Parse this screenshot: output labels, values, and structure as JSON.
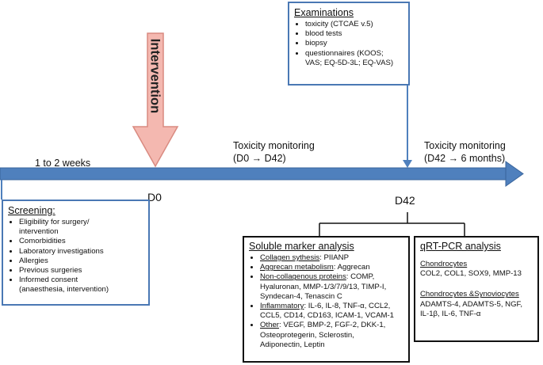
{
  "intervention": {
    "label": "Intervention",
    "arrow_color": "#f4b8b0",
    "arrow_border": "#d98a80"
  },
  "timeline": {
    "color": "#4f80bd",
    "pre_label": "1 to 2 weeks",
    "d0_label": "D0",
    "d42_label": "D42",
    "tox1_line1": "Toxicity monitoring",
    "tox1_line2": "(D0 → D42)",
    "tox2_line1": "Toxicity monitoring",
    "tox2_line2": "(D42 → 6 months)"
  },
  "examinations": {
    "title": "Examinations",
    "items": [
      "toxicity (CTCAE v.5)",
      "blood tests",
      "biopsy",
      "questionnaires (KOOS;",
      "VAS; EQ-5D-3L;  EQ-VAS)"
    ]
  },
  "screening": {
    "title": "Screening:",
    "items": [
      {
        "line1": "Eligibility for surgery/",
        "line2": "intervention"
      },
      {
        "line1": "Comorbidities"
      },
      {
        "line1": "Laboratory investigations"
      },
      {
        "line1": "Allergies"
      },
      {
        "line1": "Previous surgeries"
      },
      {
        "line1": "Informed consent",
        "line2": "(anaesthesia, intervention)"
      }
    ]
  },
  "soluble": {
    "title": "Soluble marker analysis",
    "collagen_label": "Collagen sythesis",
    "collagen_value": ": PIIANP",
    "aggrecan_label": "Aggrecan metabolism",
    "aggrecan_value": ": Aggrecan",
    "noncoll_label": "Non-collagenous proteins",
    "noncoll_value": ": COMP,",
    "noncoll_cont": [
      "Hyaluronan, MMP-1/3/7/9/13, TIMP-I,",
      "Syndecan-4, Tenascin C"
    ],
    "inflam_label": "Inflammatory",
    "inflam_value": ": IL-6, IL-8, TNF-α, CCL2,",
    "inflam_cont": [
      "CCL5, CD14, CD163, ICAM-1, VCAM-1"
    ],
    "other_label": "Other",
    "other_value": ": VEGF, BMP-2, FGF-2, DKK-1,",
    "other_cont": [
      "Osteoprotegerin, Sclerostin,",
      "Adiponectin, Leptin"
    ]
  },
  "qrtpcr": {
    "title": "qRT-PCR analysis",
    "g1_label": "Chondrocytes",
    "g1_lines": [
      "COL2, COL1, SOX9, MMP-13"
    ],
    "g2_label": "Chondrocytes &Synoviocytes",
    "g2_lines": [
      "ADAMTS-4, ADAMTS-5, NGF,",
      "IL-1β, IL-6, TNF-α"
    ]
  }
}
